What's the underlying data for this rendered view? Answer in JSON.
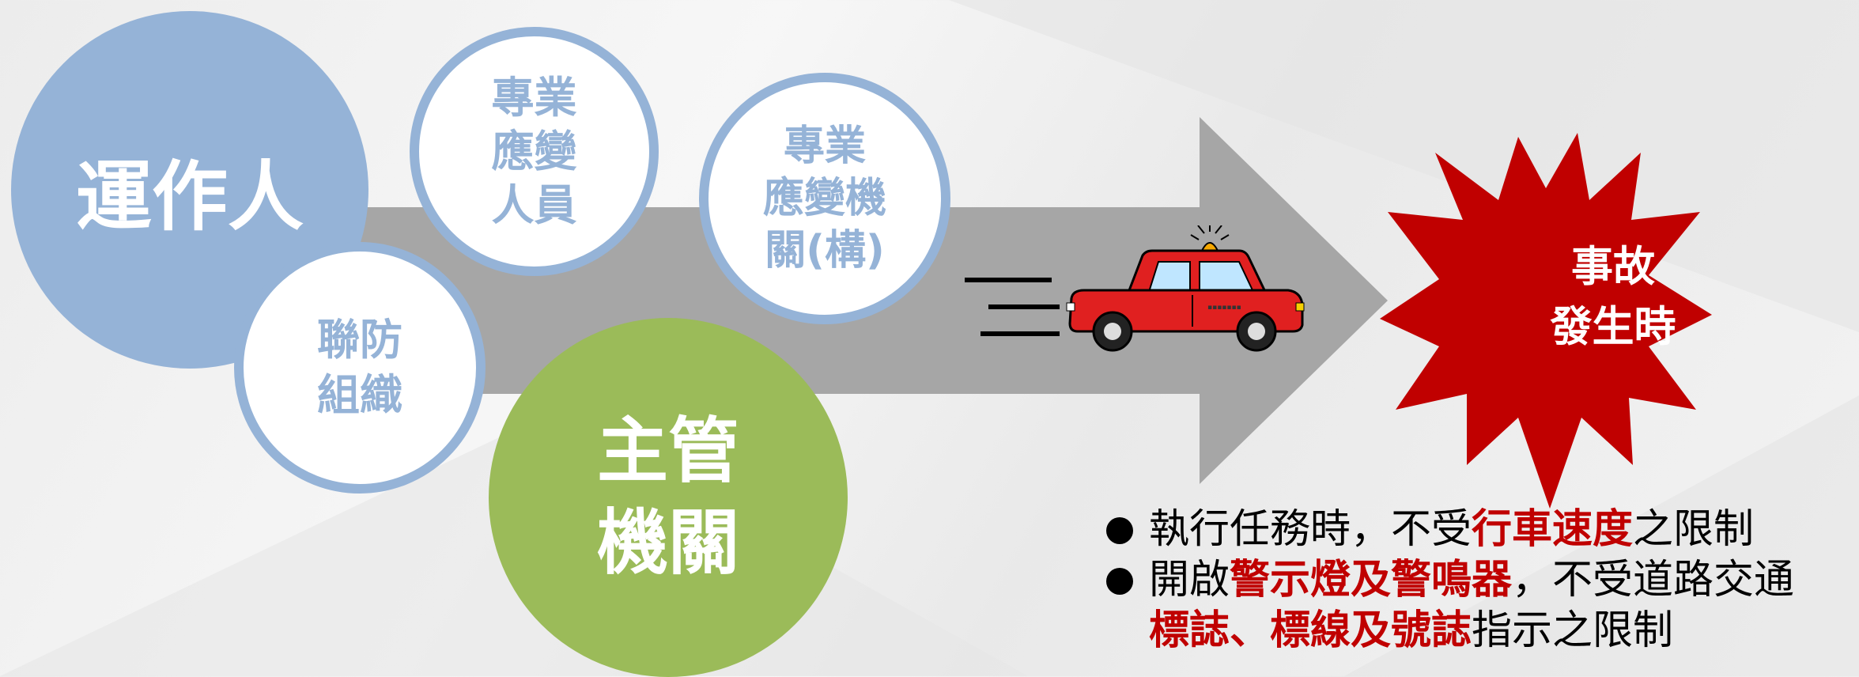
{
  "circles": {
    "operation": {
      "lines": [
        "運作人"
      ]
    },
    "specialist_staff": {
      "lines": [
        "專業",
        "應變",
        "人員"
      ]
    },
    "specialist_agency": {
      "lines": [
        "專業",
        "應變機",
        "關(構)"
      ]
    },
    "joint_org": {
      "lines": [
        "聯防",
        "組織"
      ]
    },
    "authority": {
      "lines": [
        "主管",
        "機關"
      ]
    }
  },
  "burst": {
    "lines": [
      "事故",
      "發生時"
    ]
  },
  "bullets": [
    {
      "parts": [
        {
          "text": "執行任務時，不受",
          "emphasis": false
        },
        {
          "text": "行車速度",
          "emphasis": true
        },
        {
          "text": "之限制",
          "emphasis": false
        }
      ]
    },
    {
      "parts": [
        {
          "text": "開啟",
          "emphasis": false
        },
        {
          "text": "警示燈及警鳴器",
          "emphasis": true
        },
        {
          "text": "，不受道路交通",
          "emphasis": false
        }
      ],
      "continuation": [
        {
          "text": "標誌、標線及號誌",
          "emphasis": true
        },
        {
          "text": "指示之限制",
          "emphasis": false
        }
      ]
    }
  ],
  "colors": {
    "blue": "#95b3d7",
    "green": "#9bbb59",
    "arrow": "#a6a6a6",
    "burst": "#c00000",
    "car": "#e02020",
    "emphasis": "#c00000"
  },
  "icons": [
    "arrow-shape",
    "car-icon",
    "speed-lines-icon",
    "explosion-burst-icon",
    "bullet-dot-icon"
  ]
}
